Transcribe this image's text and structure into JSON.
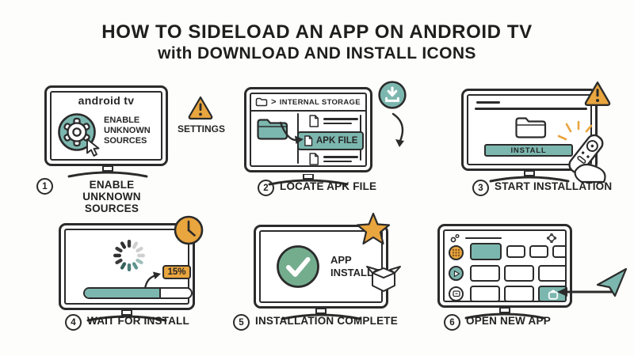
{
  "title": {
    "line1": "HOW TO SIDELOAD AN APP ON ANDROID TV",
    "line2_prefix": "with ",
    "line2_main": "DOWNLOAD AND INSTALL ICONS"
  },
  "colors": {
    "ink": "#2b2b2b",
    "teal": "#7cb7af",
    "orange": "#e9a53e",
    "green": "#74ad8e"
  },
  "steps": [
    {
      "number": "1",
      "caption": "ENABLE UNKNOWN SOURCES",
      "tv": {
        "brand": "android tv",
        "message_lines": [
          "ENABLE",
          "UNKNOWN",
          "SOURCES"
        ]
      },
      "side_label": "SETTINGS"
    },
    {
      "number": "2",
      "caption": "LOCATE APK FILE",
      "tv": {
        "breadcrumb_sep": ">",
        "breadcrumb": "INTERNAL STORAGE",
        "apk_label": "APK FILE"
      }
    },
    {
      "number": "3",
      "caption": "START INSTALLATION",
      "tv": {
        "install_label": "INSTALL"
      }
    },
    {
      "number": "4",
      "caption": "WAIT FOR INSTALL",
      "tv": {
        "progress_label": "15%",
        "progress_fill_percent": 72
      }
    },
    {
      "number": "5",
      "caption": "INSTALLATION COMPLETE",
      "tv": {
        "message_lines": [
          "APP",
          "INSTALLED"
        ]
      }
    },
    {
      "number": "6",
      "caption": "OPEN NEW APP",
      "tv": {}
    }
  ],
  "icons": {
    "step1": [
      "gear-icon",
      "cursor-icon",
      "warning-triangle-icon"
    ],
    "step2": [
      "folder-icon",
      "file-icon",
      "download-icon",
      "curved-arrow-icon"
    ],
    "step3": [
      "folder-icon",
      "warning-triangle-icon",
      "remote-hand-icon"
    ],
    "step4": [
      "spinner-icon",
      "clock-icon",
      "curved-arrow-icon"
    ],
    "step5": [
      "check-circle-icon",
      "star-icon",
      "open-box-icon"
    ],
    "step6": [
      "apps-grid-icon",
      "play-icon",
      "library-icon",
      "gear-icon",
      "left-arrow-icon",
      "cursor-plane-icon"
    ]
  }
}
